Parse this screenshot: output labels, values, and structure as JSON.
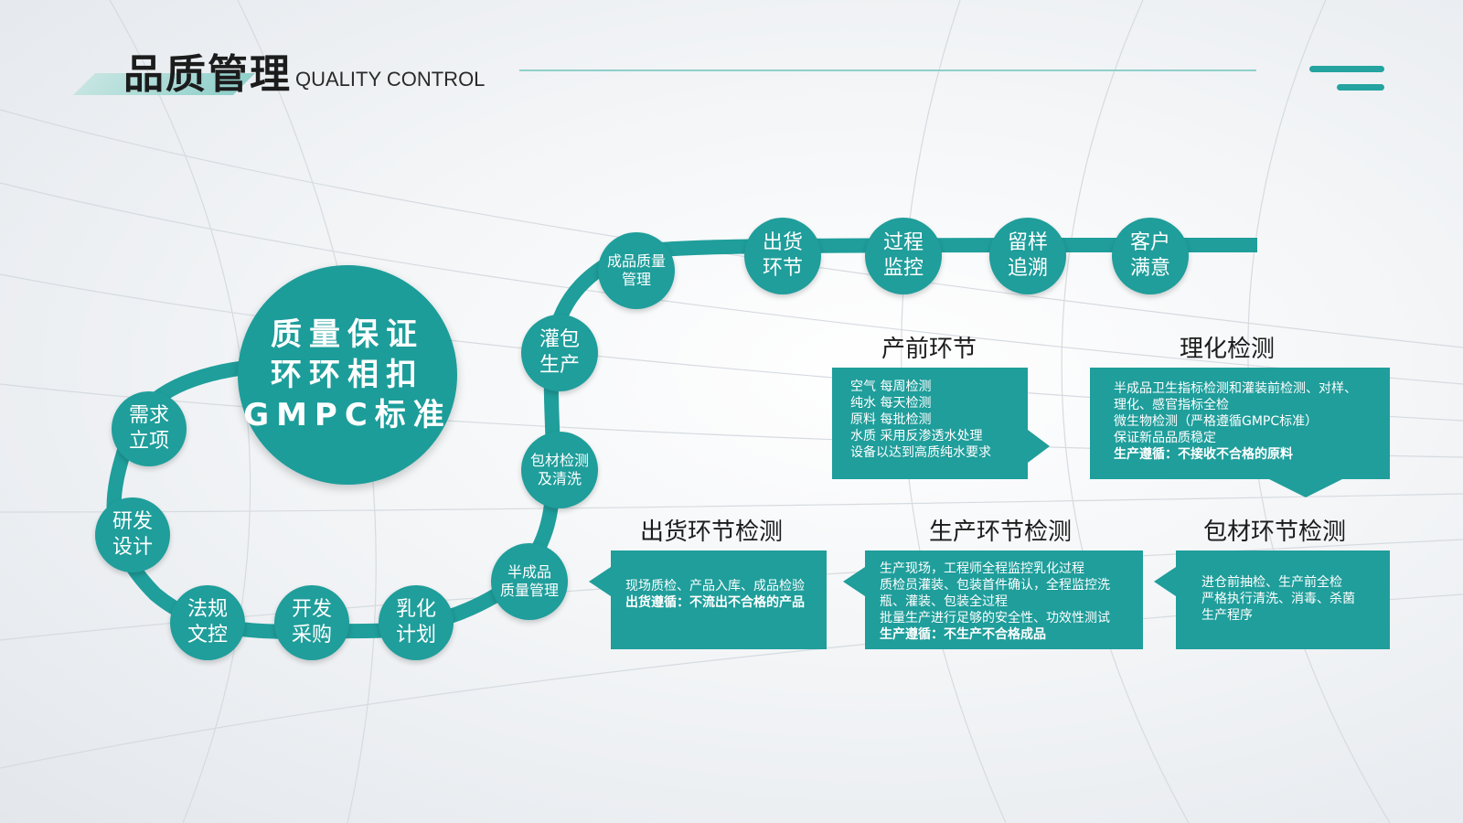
{
  "header": {
    "title_cn": "品质管理",
    "title_en": "QUALITY CONTROL"
  },
  "hub": {
    "text": "质量保证\n环环相扣\nGMPC标准"
  },
  "nodes": {
    "xuqiu": "需求\n立项",
    "yanfa": "研发\n设计",
    "fagui": "法规\n文控",
    "kaifa": "开发\n采购",
    "ruhua": "乳化\n计划",
    "banchengpin": "半成品\n质量管理",
    "baocai": "包材检测\n及清洗",
    "guanbao": "灌包\n生产",
    "chengpin": "成品质量\n管理",
    "chuhuo": "出货\n环节",
    "guocheng": "过程\n监控",
    "liuyang": "留样\n追溯",
    "kehu": "客户\n满意"
  },
  "sections": {
    "chanqian": {
      "title": "产前环节",
      "lines": [
        "空气  每周检测",
        "纯水  每天检测",
        "原料  每批检测",
        "水质  采用反渗透水处理",
        "设备以达到高质纯水要求"
      ]
    },
    "lihua": {
      "title": "理化检测",
      "lines": [
        "半成品卫生指标检测和灌装前检测、对样、",
        "理化、感官指标全检",
        "微生物检测（严格遵循GMPC标准）",
        "保证新品品质稳定"
      ],
      "bold": "生产遵循：不接收不合格的原料"
    },
    "chuhuo": {
      "title": "出货环节检测",
      "lines": [
        "现场质检、产品入库、成品检验"
      ],
      "bold": "出货遵循：不流出不合格的产品"
    },
    "shengchan": {
      "title": "生产环节检测",
      "lines": [
        "生产现场，工程师全程监控乳化过程",
        "质检员灌装、包装首件确认，全程监控洗",
        "瓶、灌装、包装全过程",
        "批量生产进行足够的安全性、功效性测试"
      ],
      "bold": "生产遵循：不生产不合格成品"
    },
    "baocai": {
      "title": "包材环节检测",
      "lines": [
        "进仓前抽检、生产前全检",
        "严格执行清洗、消毒、杀菌",
        "生产程序"
      ]
    }
  },
  "colors": {
    "teal": "#1f9e9b",
    "teal_light": "#8fcfc9"
  }
}
